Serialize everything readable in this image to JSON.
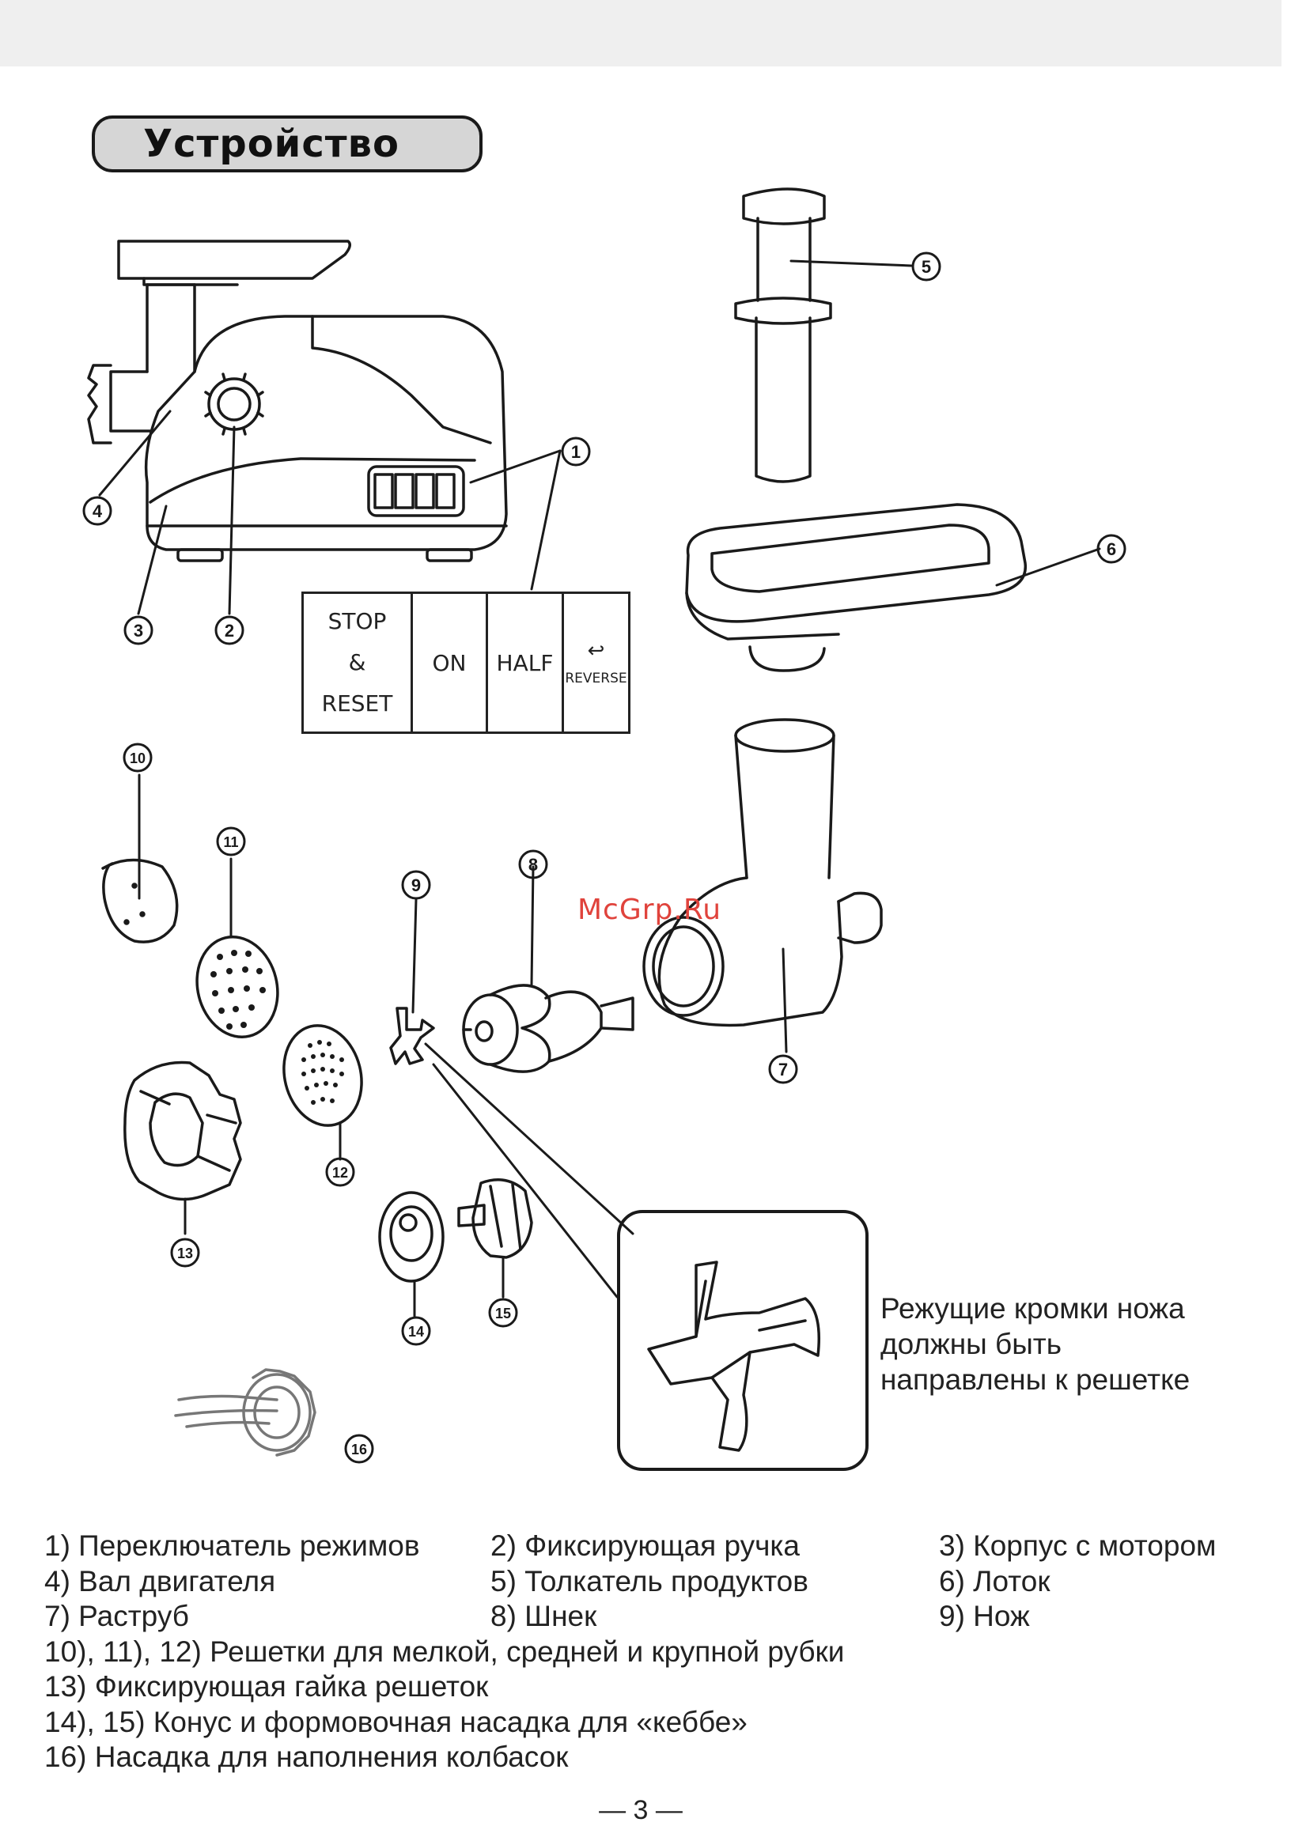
{
  "header": {
    "title": "Устройство"
  },
  "switch_panel": {
    "stop_line1": "STOP",
    "stop_line2": "&",
    "stop_line3": "RESET",
    "on": "ON",
    "half": "HALF",
    "reverse_symbol": "↩",
    "reverse": "REVERSE"
  },
  "callouts": {
    "n1": "1",
    "n2": "2",
    "n3": "3",
    "n4": "4",
    "n5": "5",
    "n6": "6",
    "n7": "7",
    "n8": "8",
    "n9": "9",
    "n10": "10",
    "n11": "11",
    "n12": "12",
    "n13": "13",
    "n14": "14",
    "n15": "15",
    "n16": "16"
  },
  "watermark": "McGrp.Ru",
  "note": {
    "line1": "Режущие кромки ножа",
    "line2": "должны быть",
    "line3": "направлены к решетке"
  },
  "legend": {
    "r1c1": "1) Переключатель режимов",
    "r1c2": "2) Фиксирующая ручка",
    "r1c3": "3) Корпус с мотором",
    "r2c1": "4) Вал двигателя",
    "r2c2": "5) Толкатель продуктов",
    "r2c3": "6) Лоток",
    "r3c1": "7) Раструб",
    "r3c2": "8) Шнек",
    "r3c3": "9) Нож",
    "r4": "10), 11), 12)  Решетки для мелкой, средней и крупной рубки",
    "r5": "13)  Фиксирующая гайка решеток",
    "r6": "14), 15)  Конус и формовочная насадка для «кеббе»",
    "r7": "16)  Насадка для наполнения колбасок"
  },
  "footer": {
    "page_number": "— 3 —"
  },
  "icons": [
    "meat-grinder-body-drawing",
    "food-pusher-drawing",
    "tray-drawing",
    "feed-tube-drawing",
    "screw-drawing",
    "knife-drawing",
    "grinding-plate-drawing",
    "ring-nut-drawing",
    "kebbe-cone-drawing",
    "kebbe-former-drawing",
    "sausage-nozzle-drawing",
    "knife-detail-drawing"
  ]
}
